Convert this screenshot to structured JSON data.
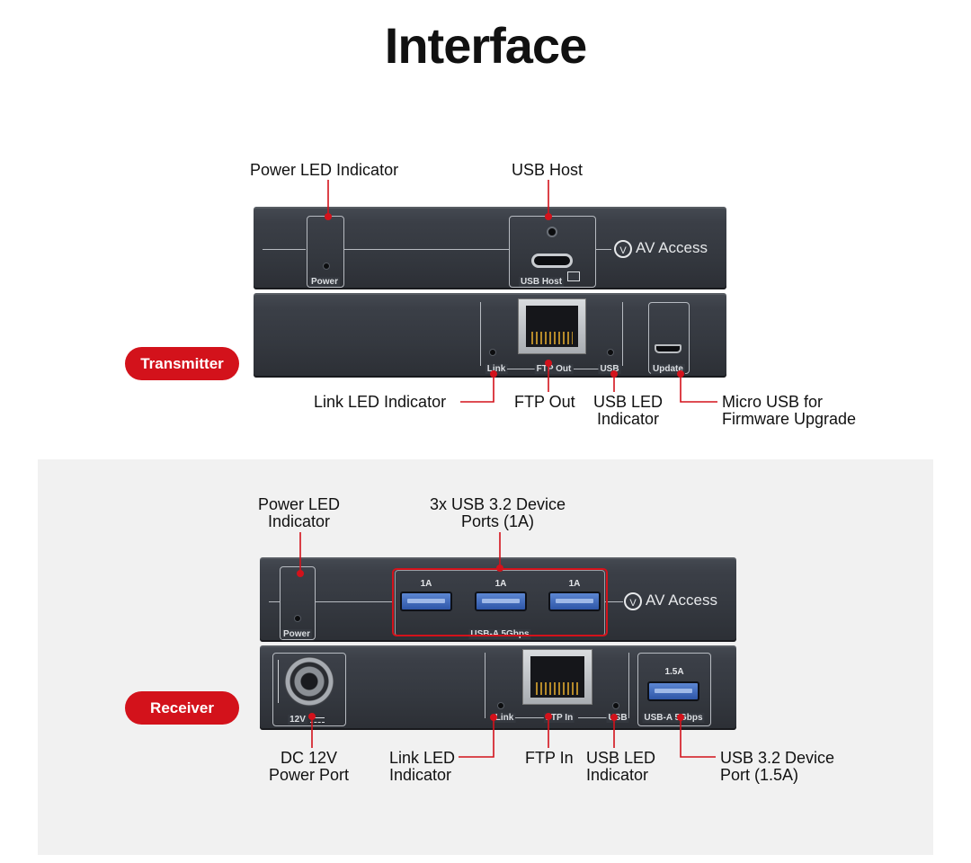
{
  "page_title": "Interface",
  "transmitter": {
    "badge": "Transmitter",
    "brand": "AV Access",
    "brand_mark": "V",
    "top_panel": {
      "power_label": "Power",
      "usb_host_label": "USB Host"
    },
    "bottom_panel": {
      "link_label": "Link",
      "ftp_label": "FTP Out",
      "usb_label": "USB",
      "update_label": "Update"
    },
    "callouts": {
      "power_led": "Power LED Indicator",
      "usb_host": "USB Host",
      "link_led": "Link LED Indicator",
      "ftp_out": "FTP Out",
      "usb_led_1": "USB LED",
      "usb_led_2": "Indicator",
      "micro_usb_1": "Micro USB for",
      "micro_usb_2": "Firmware Upgrade"
    }
  },
  "receiver": {
    "badge": "Receiver",
    "brand": "AV Access",
    "brand_mark": "V",
    "top_panel": {
      "power_label": "Power",
      "port_current": [
        "1A",
        "1A",
        "1A"
      ],
      "usb_group_label": "USB-A 5Gbps"
    },
    "bottom_panel": {
      "dc_label": "12V",
      "link_label": "Link",
      "ftp_label": "FTP In",
      "usb_label": "USB",
      "usb_port_current": "1.5A",
      "usb_port_label": "USB-A 5Gbps"
    },
    "callouts": {
      "power_led_1": "Power LED",
      "power_led_2": "Indicator",
      "usb_ports_1": "3x USB 3.2 Device",
      "usb_ports_2": "Ports (1A)",
      "dc_1": "DC 12V",
      "dc_2": "Power Port",
      "link_led_1": "Link LED",
      "link_led_2": "Indicator",
      "ftp_in": "FTP In",
      "usb_led_1": "USB LED",
      "usb_led_2": "Indicator",
      "usb_port_1": "USB 3.2 Device",
      "usb_port_2": "Port (1.5A)"
    }
  },
  "colors": {
    "accent_red": "#d3121b",
    "panel": "#34383f",
    "receiver_bg": "#f1f1f1"
  }
}
